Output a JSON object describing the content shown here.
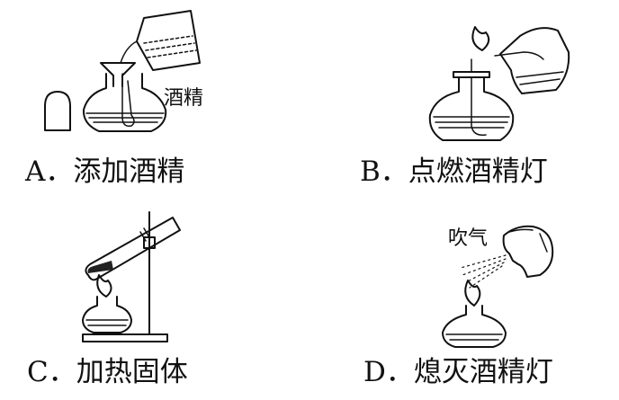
{
  "panels": {
    "a": {
      "caption": "A．添加酒精",
      "label": "酒精"
    },
    "b": {
      "caption": "B．点燃酒精灯"
    },
    "c": {
      "caption": "C．加热固体"
    },
    "d": {
      "caption": "D．熄灭酒精灯",
      "label": "吹气"
    }
  }
}
